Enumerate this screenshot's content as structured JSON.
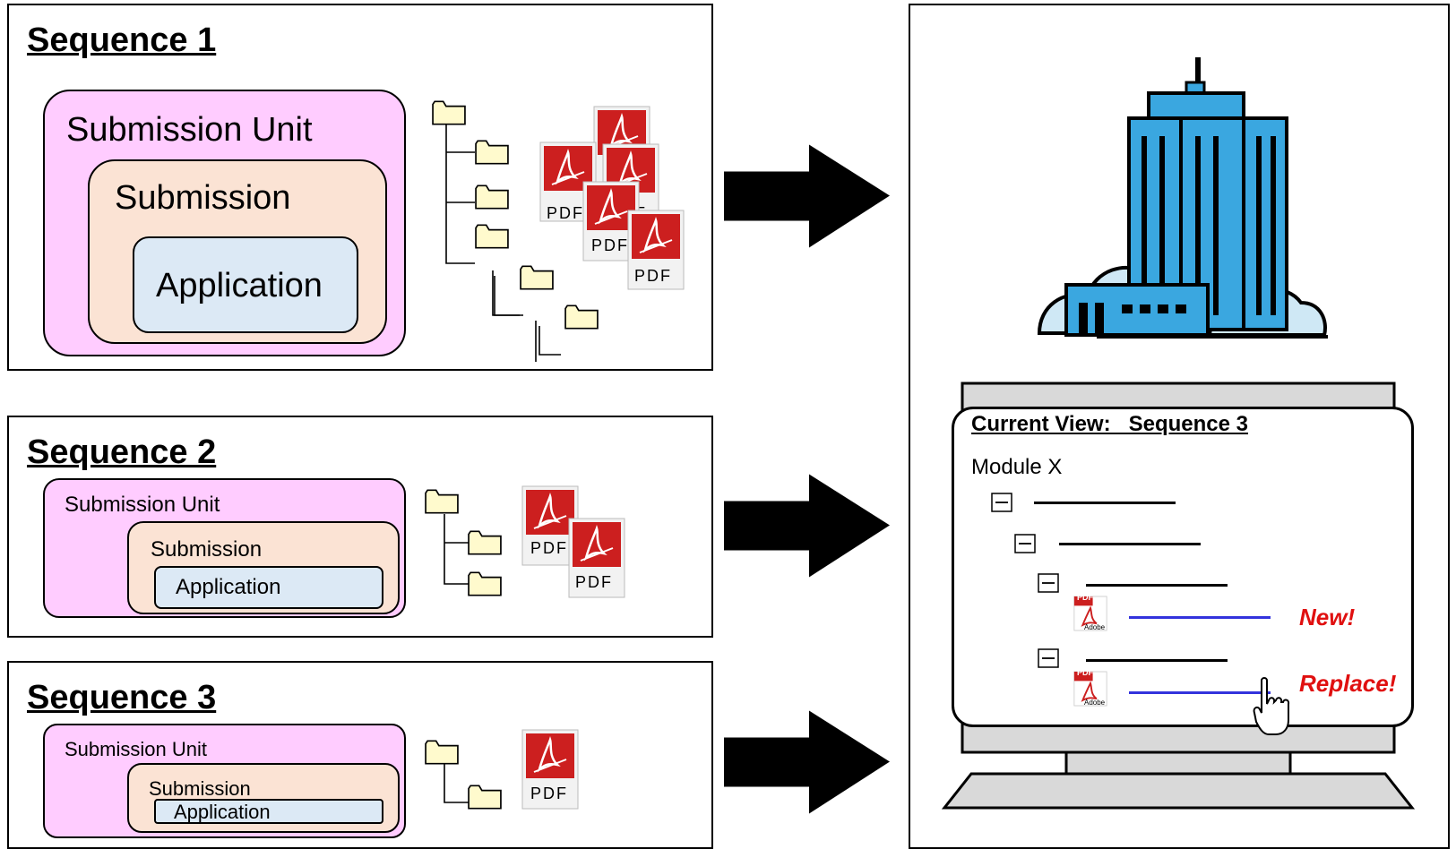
{
  "sequences": [
    {
      "title": "Sequence 1",
      "unit_label": "Submission Unit",
      "submission_label": "Submission",
      "application_label": "Application",
      "pdf_label": "PDF"
    },
    {
      "title": "Sequence 2",
      "unit_label": "Submission Unit",
      "submission_label": "Submission",
      "application_label": "Application",
      "pdf_label": "PDF"
    },
    {
      "title": "Sequence 3",
      "unit_label": "Submission Unit",
      "submission_label": "Submission",
      "application_label": "Application",
      "pdf_label": "PDF"
    }
  ],
  "screen": {
    "heading": "Current View:   Sequence 3",
    "module": "Module X",
    "pdf_badge": "PDF",
    "adobe": "Adobe",
    "new_label": "New!",
    "replace_label": "Replace!"
  },
  "colors": {
    "submission_unit": "#ffccff",
    "submission": "#fbe3d4",
    "application": "#dce9f5",
    "folder": "#fffacd",
    "pdf_red": "#cc1f1f",
    "building_blue": "#3aa7e0",
    "cloud": "#cfe8f5",
    "link_blue": "#3333dd",
    "status_red": "#e01010"
  },
  "icons": [
    "folder-icon",
    "pdf-icon",
    "arrow-icon",
    "building-icon",
    "cloud-icon",
    "monitor-icon",
    "collapse-icon",
    "hand-cursor-icon"
  ]
}
